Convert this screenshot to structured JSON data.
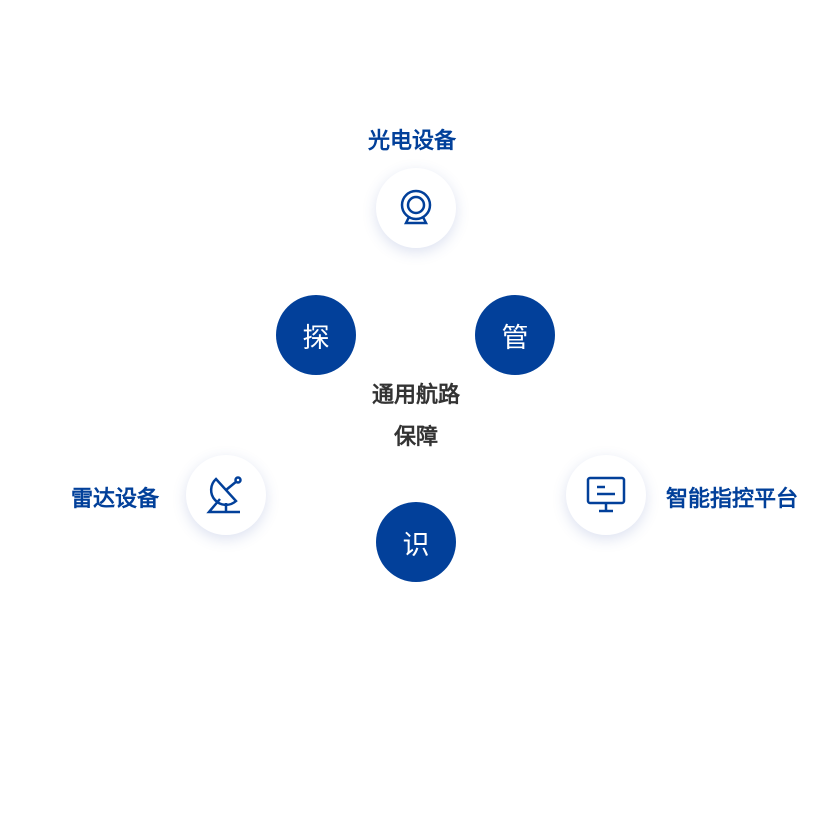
{
  "center_title": [
    "通用航路",
    "保障"
  ],
  "nodes": {
    "tan": "探",
    "guan": "管",
    "shi": "识"
  },
  "devices": {
    "optical": {
      "label": "光电设备",
      "icon": "webcam-icon"
    },
    "radar": {
      "label": "雷达设备",
      "icon": "radar-dish-icon"
    },
    "platform": {
      "label": "智能指控平台",
      "icon": "monitor-icon"
    }
  },
  "colors": {
    "accent": "#02409a"
  }
}
